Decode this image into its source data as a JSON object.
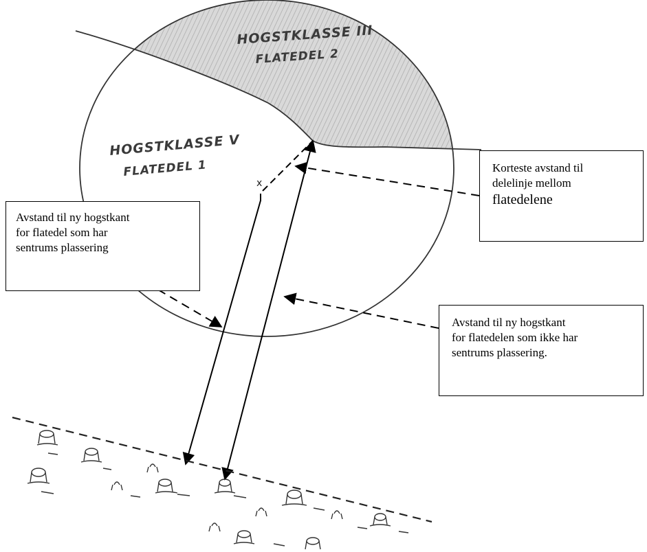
{
  "regions": {
    "class3": {
      "line1": "HOGSTKLASSE III",
      "line2": "FLATEDEL 2"
    },
    "class5": {
      "line1": "HOGSTKLASSE V",
      "line2": "FLATEDEL 1"
    }
  },
  "center_marker": "x",
  "callouts": {
    "boundary": [
      "Korteste avstand til",
      "delelinje mellom",
      "flatedelene"
    ],
    "center_part": [
      "Avstand til ny hogstkant",
      "for flatedel som har",
      "sentrums plassering"
    ],
    "other_part": [
      "Avstand til ny hogstkant",
      "for flatedelen som ikke har",
      "sentrums plassering."
    ]
  },
  "colors": {
    "ink": "#000000",
    "pencil": "#333333",
    "shade": "#cfcfcf"
  }
}
